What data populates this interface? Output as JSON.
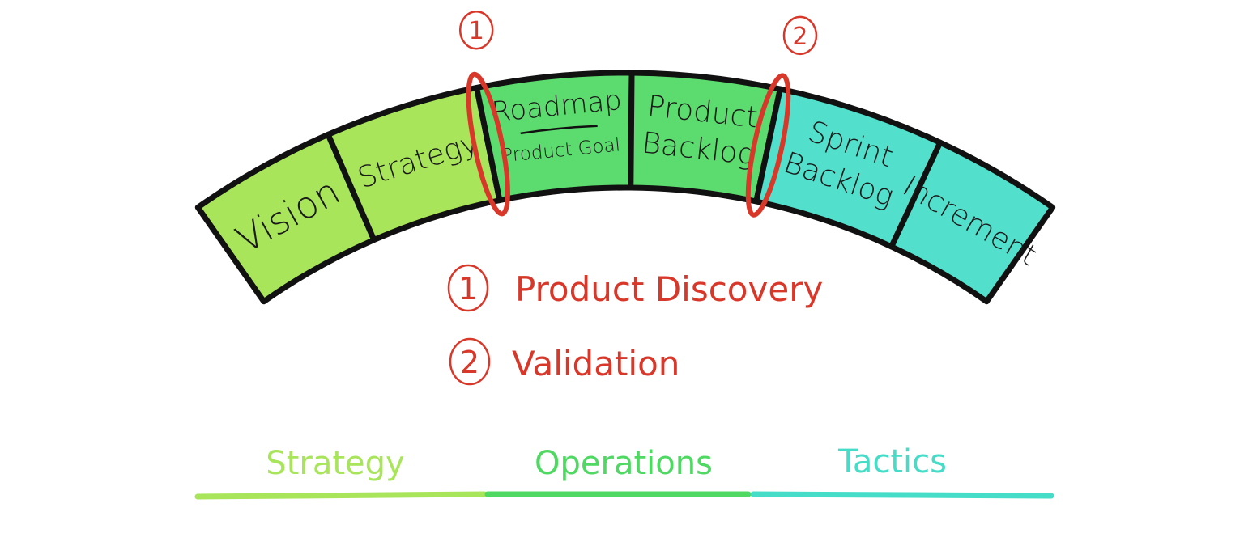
{
  "segments": [
    {
      "label": "Vision",
      "color": "#a8e55a"
    },
    {
      "label": "Strategy",
      "color": "#a8e55a"
    },
    {
      "label": "Roadmap",
      "sublabel": "Product Goal",
      "color": "#5cdc6e"
    },
    {
      "label": "Product",
      "label2": "Backlog",
      "color": "#5cdc6e"
    },
    {
      "label": "Sprint",
      "label2": "Backlog",
      "color": "#52e0cc"
    },
    {
      "label": "Increment",
      "color": "#52e0cc"
    }
  ],
  "markers": [
    {
      "number": "1",
      "color": "#d8382a"
    },
    {
      "number": "2",
      "color": "#d8382a"
    }
  ],
  "legend": [
    {
      "number": "1",
      "text": "Product Discovery"
    },
    {
      "number": "2",
      "text": "Validation"
    }
  ],
  "footer": [
    {
      "label": "Strategy",
      "color": "#a8e55a"
    },
    {
      "label": "Operations",
      "color": "#4fd862"
    },
    {
      "label": "Tactics",
      "color": "#45dcc8"
    }
  ]
}
